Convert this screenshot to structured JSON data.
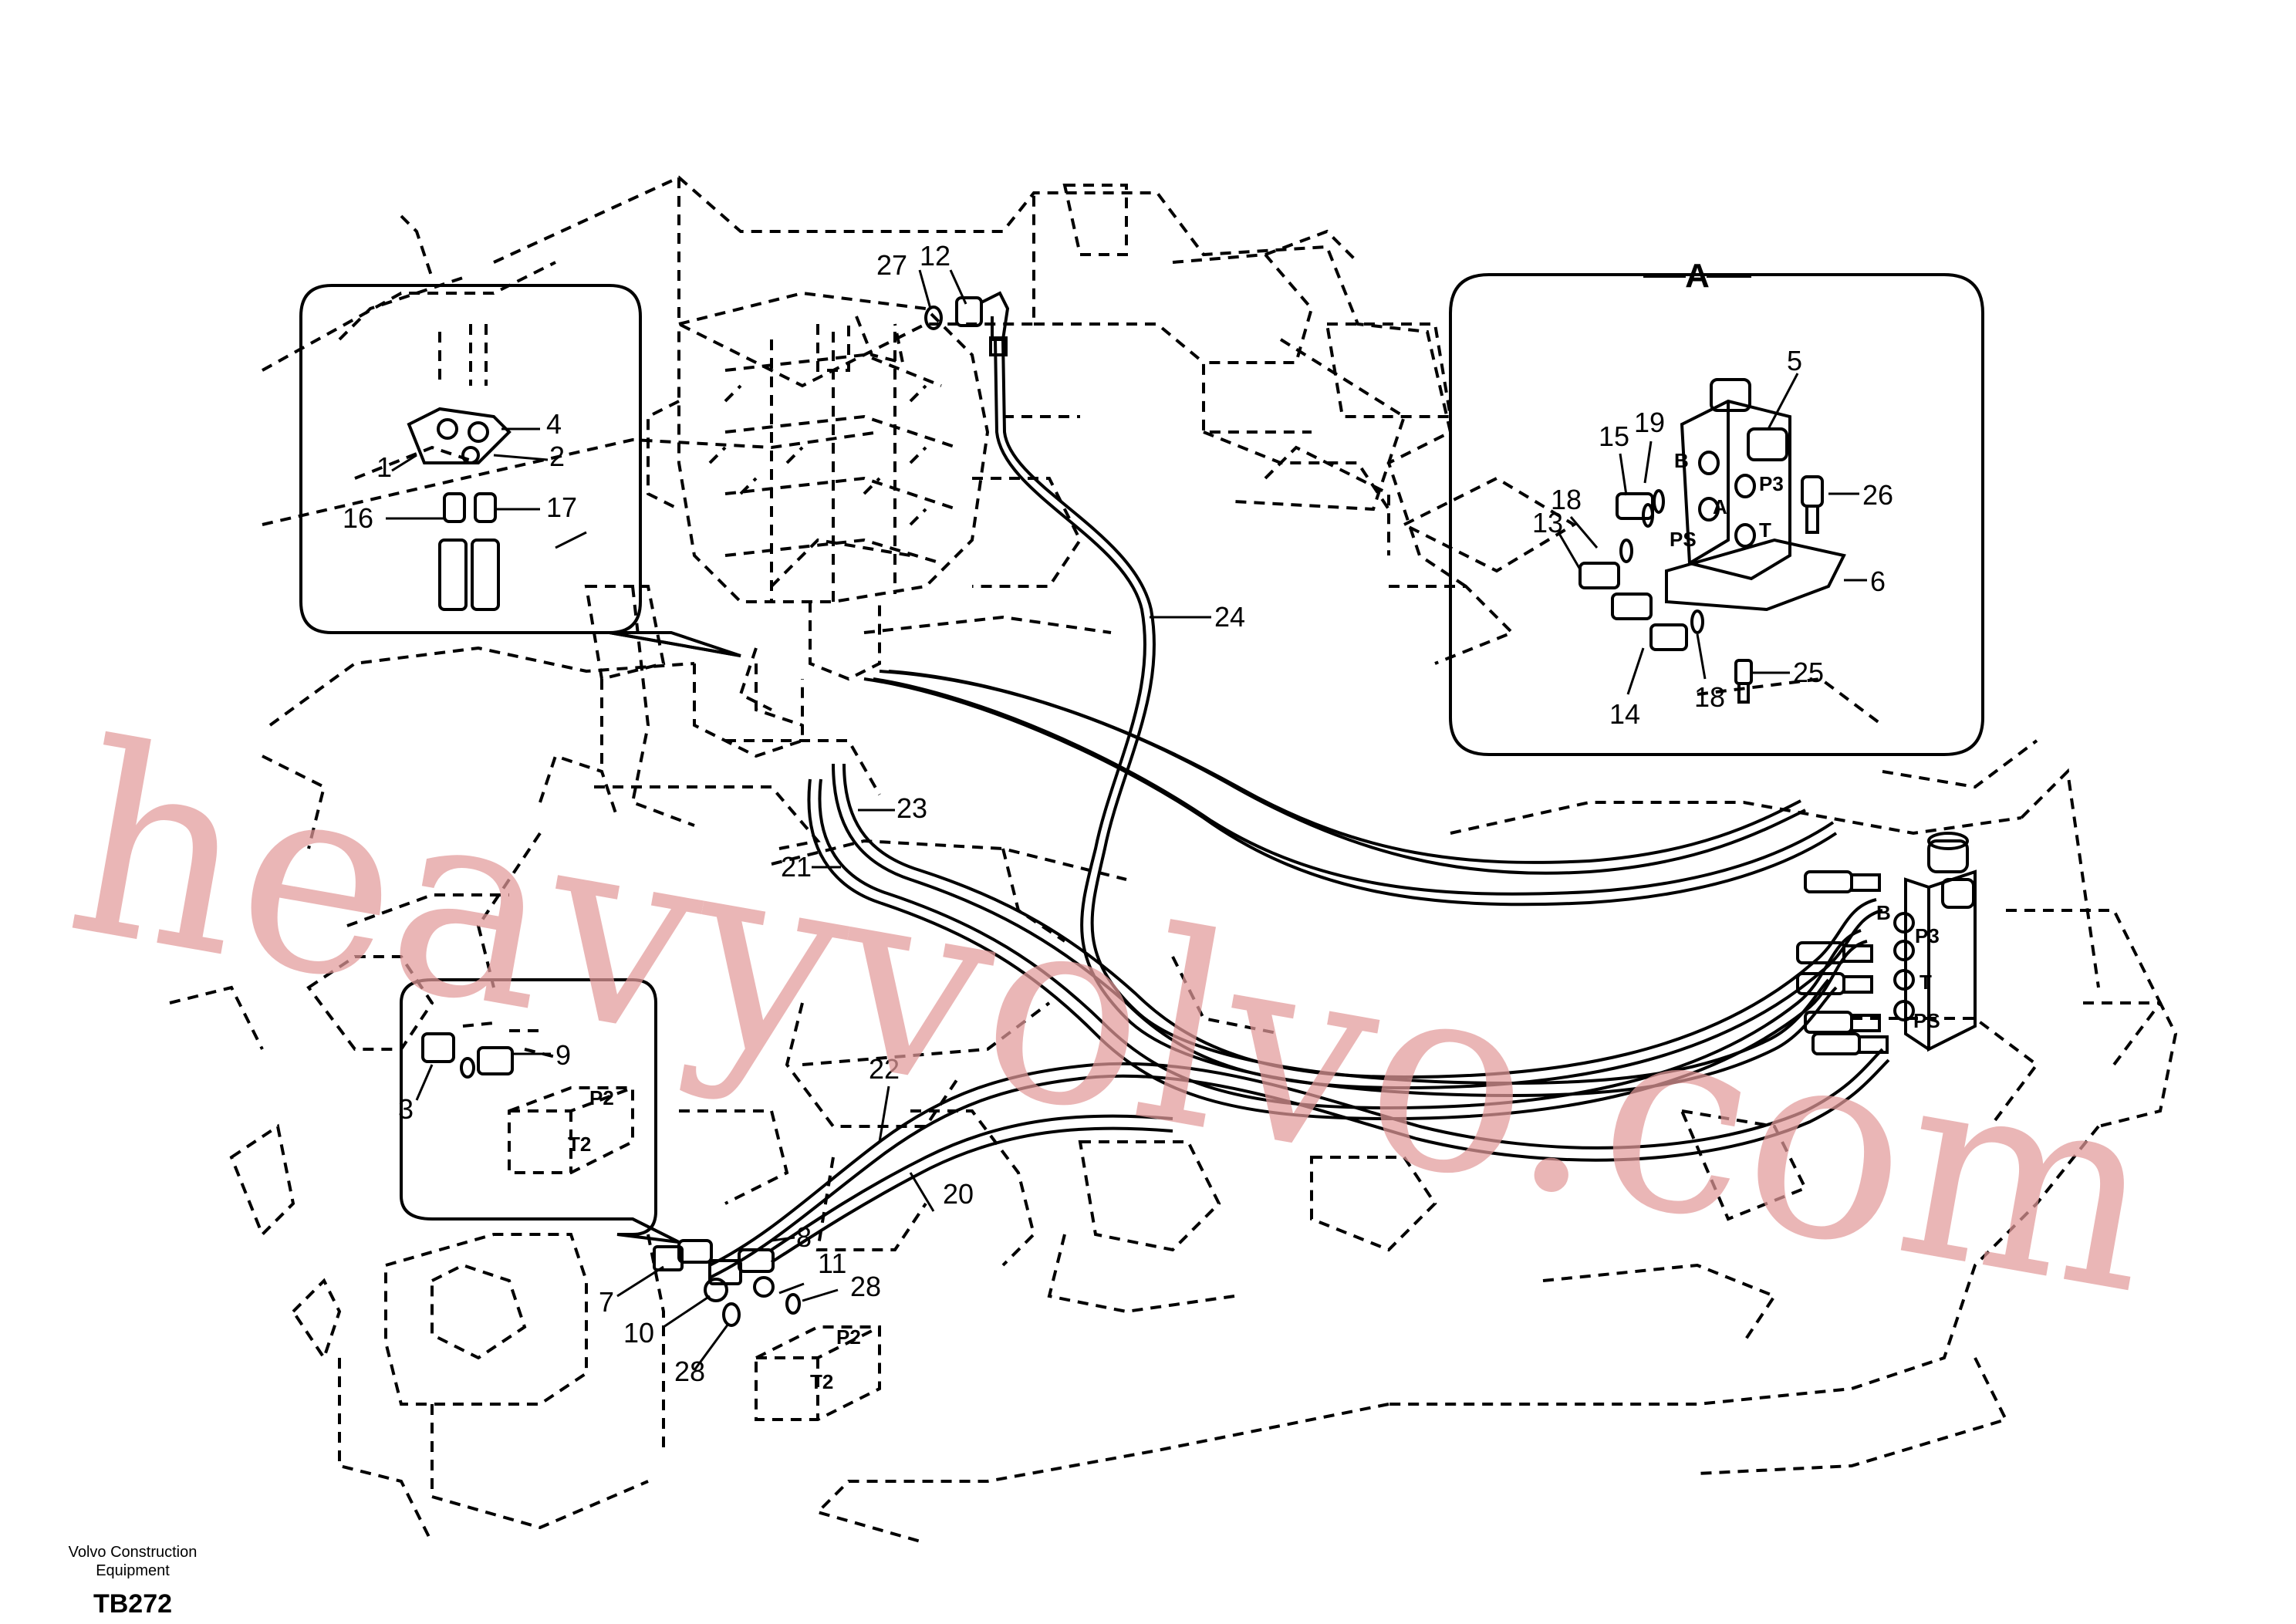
{
  "diagram": {
    "detail_title": "A",
    "callouts": [
      "1",
      "2",
      "3",
      "4",
      "5",
      "6",
      "7",
      "8",
      "9",
      "10",
      "11",
      "12",
      "13",
      "14",
      "15",
      "16",
      "17",
      "18",
      "18",
      "19",
      "20",
      "21",
      "22",
      "23",
      "24",
      "25",
      "26",
      "27",
      "28",
      "28"
    ],
    "port_labels": {
      "detail_a": [
        "B",
        "P3",
        "A",
        "PS",
        "T"
      ],
      "valve_right": [
        "B",
        "P3",
        "T",
        "PS"
      ],
      "inset_block": [
        "P2",
        "T2"
      ],
      "lower_block": [
        "P2",
        "T2"
      ]
    },
    "watermark": "heavyvolvo.com"
  },
  "footer": {
    "brand_line1": "Volvo Construction",
    "brand_line2": "Equipment",
    "code": "TB272"
  }
}
